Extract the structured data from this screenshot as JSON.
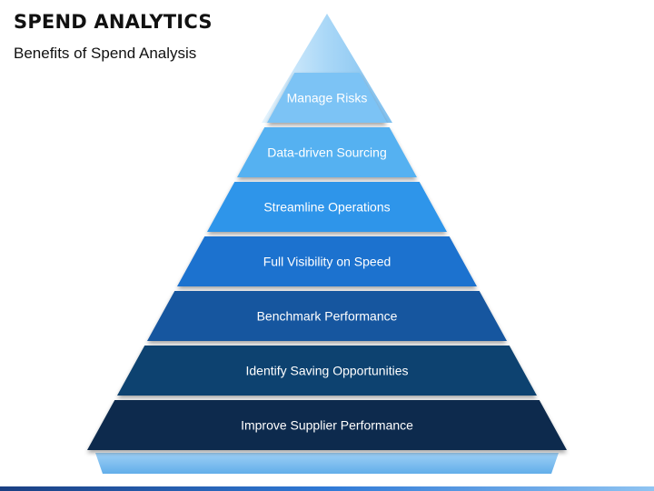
{
  "header": {
    "title": "SPEND ANALYTICS",
    "subtitle": "Benefits of Spend Analysis"
  },
  "pyramid": {
    "levels": [
      {
        "label": "Manage Risks",
        "color": "#7cc3f5"
      },
      {
        "label": "Data-driven Sourcing",
        "color": "#55b1f1"
      },
      {
        "label": "Streamline Operations",
        "color": "#2f95ea"
      },
      {
        "label": "Full Visibility on Speed",
        "color": "#1d72cf"
      },
      {
        "label": "Benchmark Performance",
        "color": "#17579f"
      },
      {
        "label": "Identify Saving Opportunities",
        "color": "#10436f"
      },
      {
        "label": "Improve Supplier Performance",
        "color": "#0b2c4e"
      }
    ],
    "apex_color": "#b9e0fa",
    "base_color": "#86c5f3"
  }
}
